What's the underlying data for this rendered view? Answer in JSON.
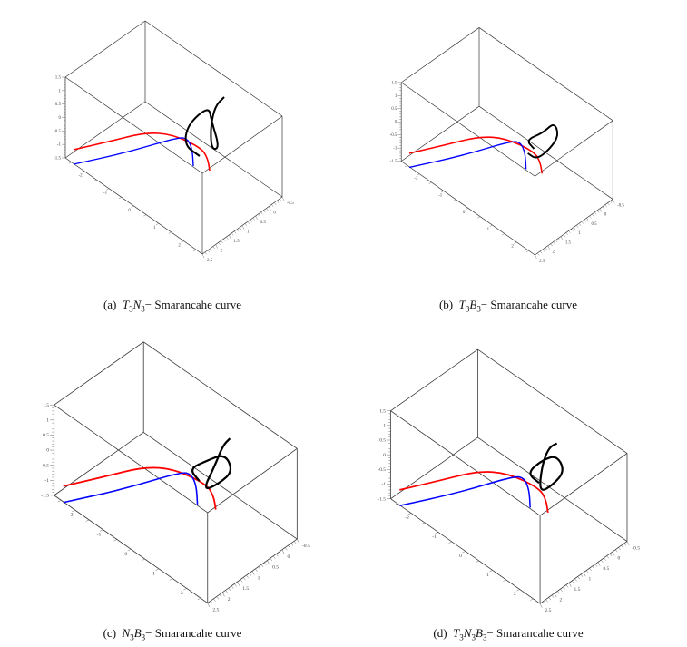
{
  "figure": {
    "panels": [
      {
        "label": "(a)",
        "math": [
          [
            "T",
            "3"
          ],
          [
            "N",
            "3"
          ]
        ],
        "suffix": "− Smarancahe curve"
      },
      {
        "label": "(b)",
        "math": [
          [
            "T",
            "3"
          ],
          [
            "B",
            "3"
          ]
        ],
        "suffix": "− Smarancahe curve"
      },
      {
        "label": "(c)",
        "math": [
          [
            "N",
            "3"
          ],
          [
            "B",
            "3"
          ]
        ],
        "suffix": "− Smarancahe curve"
      },
      {
        "label": "(d)",
        "math": [
          [
            "T",
            "3"
          ],
          [
            "N",
            "3"
          ],
          [
            "B",
            "3"
          ]
        ],
        "suffix": "− Smarancahe curve"
      }
    ],
    "axes": {
      "z_ticks": [
        "1.5",
        "1",
        "0.5",
        "0",
        "-0.5",
        "-1",
        "-1.5"
      ],
      "x_ticks": [
        "-2",
        "-1",
        "0",
        "1",
        "2"
      ],
      "y_ticks": [
        "2.5",
        "2",
        "1.5",
        "1",
        "0.5",
        "0",
        "-0.5"
      ]
    },
    "colors": {
      "curve1": "#ff0000",
      "curve2": "#0000ff",
      "curve3": "#000000",
      "box": "#333333"
    }
  }
}
